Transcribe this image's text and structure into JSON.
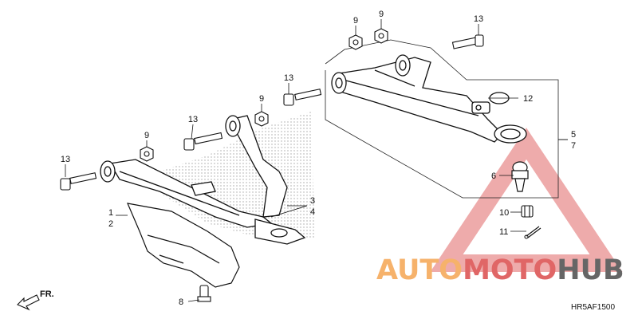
{
  "diagram": {
    "callouts": {
      "c9a": "9",
      "c9b": "9",
      "c13a": "13",
      "c13b": "13",
      "c9c": "9",
      "c13c": "13",
      "c9d": "9",
      "c13d": "13",
      "c12": "12",
      "c5": "5",
      "c7": "7",
      "c6": "6",
      "c10": "10",
      "c11": "11",
      "c3": "3",
      "c4": "4",
      "c1": "1",
      "c2": "2",
      "c8": "8"
    },
    "front_label": "FR.",
    "diagram_code": "HR5AF1500"
  },
  "watermark": {
    "part1": "AUTO",
    "part2": "MOTO",
    "part3": "HUB",
    "color_orange": "#f6b26b",
    "color_red": "#e06666",
    "color_gray": "#666666"
  }
}
